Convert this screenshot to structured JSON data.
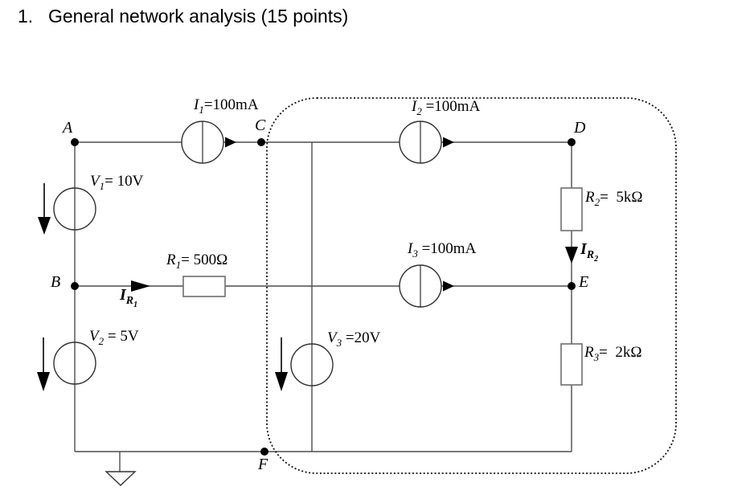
{
  "title": {
    "number": "1.",
    "text": "General network analysis (15 points)"
  },
  "circuit": {
    "nodes": {
      "a": "A",
      "b": "B",
      "c": "C",
      "d": "D",
      "e": "E",
      "f": "F"
    },
    "sources": {
      "i1": {
        "sym": "I",
        "sub": "1",
        "val": "=100mA"
      },
      "i2": {
        "sym": "I",
        "sub": "2",
        "val": " =100mA"
      },
      "i3": {
        "sym": "I",
        "sub": "3",
        "val": " =100mA"
      },
      "v1": {
        "sym": "V",
        "sub": "1",
        "val": "= 10V"
      },
      "v2": {
        "sym": "V",
        "sub": "2",
        "val": " = 5V"
      },
      "v3": {
        "sym": "V",
        "sub": "3",
        "val": " =20V"
      }
    },
    "resistors": {
      "r1": {
        "sym": "R",
        "sub": "1",
        "val": "= 500Ω"
      },
      "r2": {
        "sym": "R",
        "sub": "2",
        "val": "=  5kΩ"
      },
      "r3": {
        "sym": "R",
        "sub": "3",
        "val": "=  2kΩ"
      }
    },
    "branch_currents": {
      "ir1": {
        "sym": "I",
        "sub": "R",
        "subsub": "1"
      },
      "ir2": {
        "sym": "I",
        "sub": "R",
        "subsub": "2"
      }
    }
  },
  "colors": {
    "background": "#ffffff",
    "wire": "#4d4d4d",
    "component_stroke": "#2f2f2f",
    "text": "#000000",
    "boundary": "#111111"
  }
}
